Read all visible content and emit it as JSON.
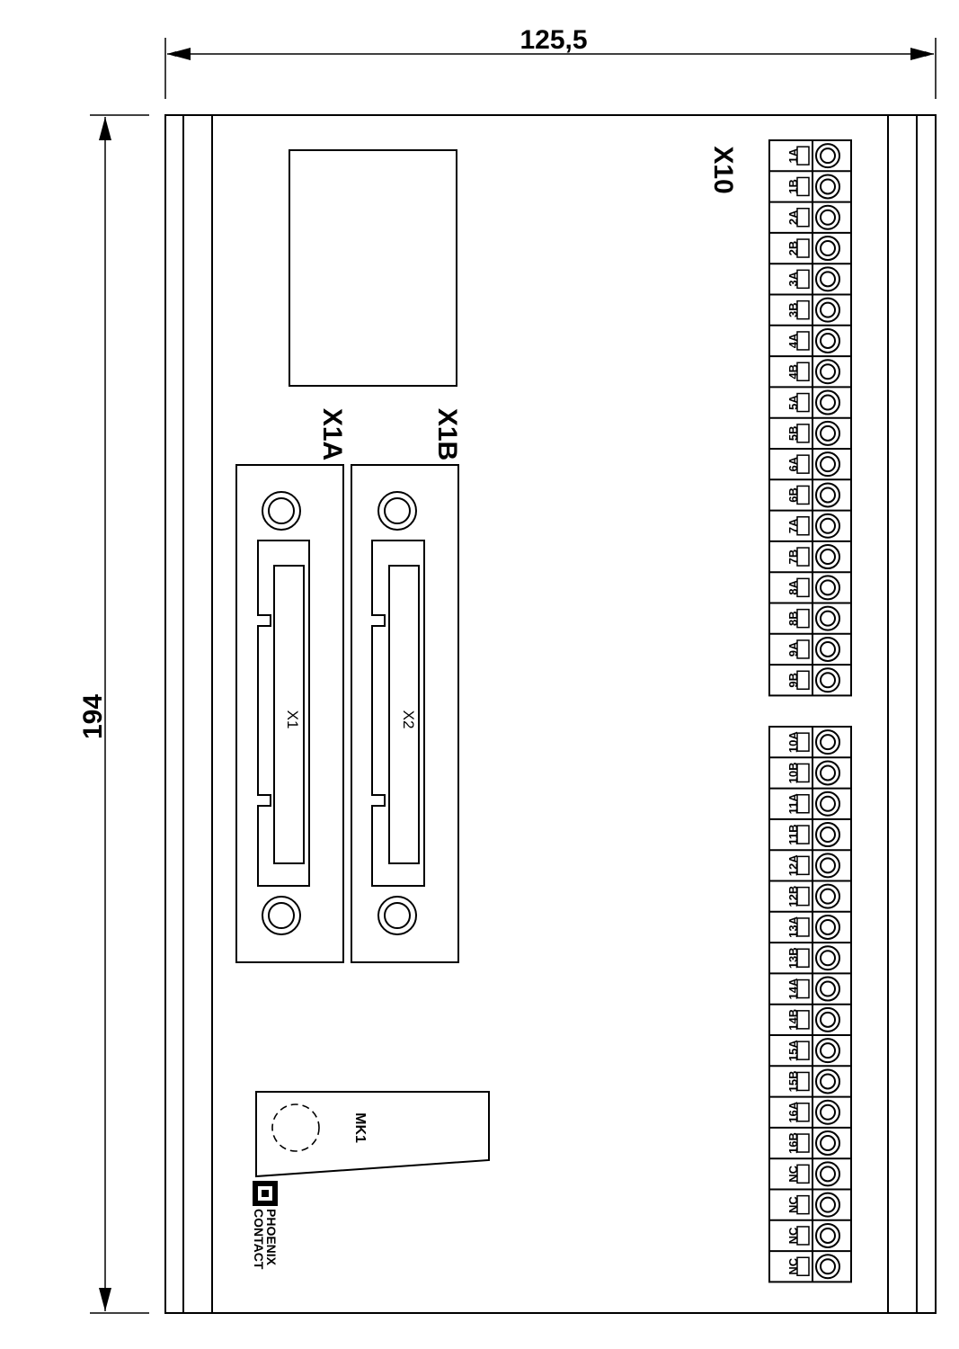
{
  "dimensions": {
    "width_label": "125,5",
    "height_label": "194"
  },
  "connectors": {
    "x10_label": "X10",
    "x1a_label": "X1A",
    "x1b_label": "X1B",
    "x1_label": "X1",
    "x2_label": "X2",
    "mk1_label": "MK1"
  },
  "brand": {
    "line1": "PHOENIX",
    "line2": "CONTACT"
  },
  "terminal_block_upper": [
    "1A",
    "1B",
    "2A",
    "2B",
    "3A",
    "3B",
    "4A",
    "4B",
    "5A",
    "5B",
    "6A",
    "6B",
    "7A",
    "7B",
    "8A",
    "8B",
    "9A",
    "9B"
  ],
  "terminal_block_lower": [
    "10A",
    "10B",
    "11A",
    "11B",
    "12A",
    "12B",
    "13A",
    "13B",
    "14A",
    "14B",
    "15A",
    "15B",
    "16A",
    "16B",
    "NC",
    "NC",
    "NC",
    "NC"
  ]
}
